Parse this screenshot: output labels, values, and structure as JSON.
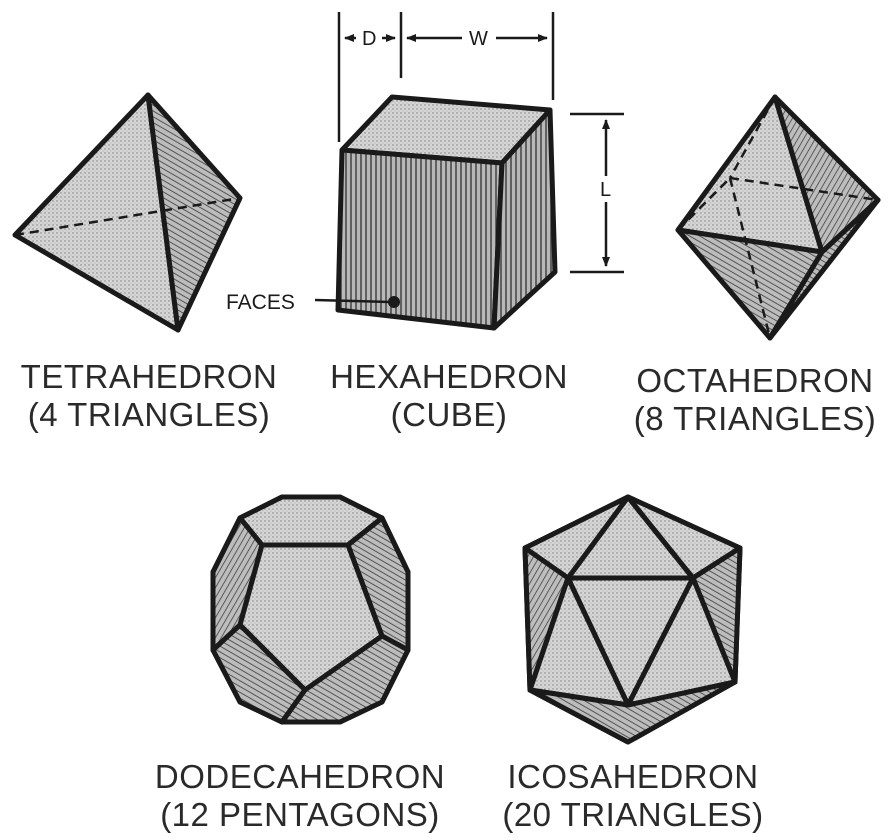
{
  "shapes": {
    "tetrahedron": {
      "name": "TETRAHEDRON",
      "faces": "(4 TRIANGLES)"
    },
    "hexahedron": {
      "name": "HEXAHEDRON",
      "faces": "(CUBE)"
    },
    "octahedron": {
      "name": "OCTAHEDRON",
      "faces": "(8 TRIANGLES)"
    },
    "dodecahedron": {
      "name": "DODECAHEDRON",
      "faces": "(12 PENTAGONS)"
    },
    "icosahedron": {
      "name": "ICOSAHEDRON",
      "faces": "(20 TRIANGLES)"
    }
  },
  "dimensions": {
    "depth": "D",
    "width": "W",
    "length": "L"
  },
  "callout": {
    "faces_label": "FACES"
  },
  "colors": {
    "ink": "#1a1a1a",
    "light_face": "#d4d4d4",
    "mid_face": "#b0b0b0",
    "dark_face": "#8a8a8a"
  }
}
